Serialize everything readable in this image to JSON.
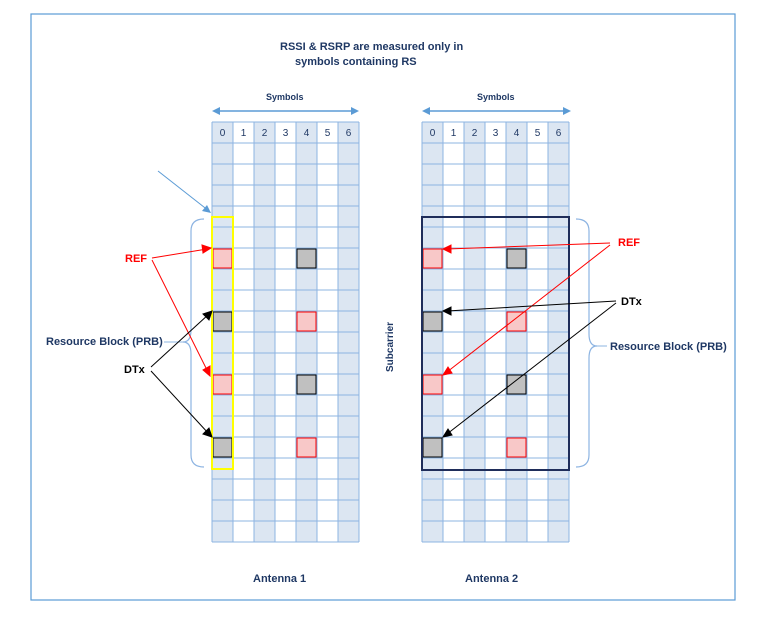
{
  "title": {
    "line1": "RSSI & RSRP are measured only in",
    "line2": "symbols containing RS"
  },
  "left_antenna": {
    "symbols_label": "Symbols",
    "symbol_numbers": [
      "0",
      "1",
      "2",
      "3",
      "4",
      "5",
      "6"
    ],
    "antenna_label": "Antenna 1",
    "ref_label": "REF",
    "dtx_label": "DTx",
    "resource_block_label": "Resource Block (PRB)"
  },
  "right_antenna": {
    "symbols_label": "Symbols",
    "symbol_numbers": [
      "0",
      "1",
      "2",
      "3",
      "4",
      "5",
      "6"
    ],
    "antenna_label": "Antenna 2",
    "ref_label": "REF",
    "dtx_label": "DTx",
    "resource_block_label": "Resource Block (PRB)"
  },
  "subcarrier_label": "Subcarrier",
  "colors": {
    "border": "#5b9bd5",
    "grid_line": "#8db4e2",
    "shaded_column": "#dce6f2",
    "ref_fill": "#f8c8c8",
    "ref_stroke": "#ff0000",
    "dtx_fill": "#c0c0c0",
    "dtx_stroke": "#000000",
    "prb_highlight_left": "#ffff00",
    "prb_highlight_right": "#1f2d5a",
    "label_blue": "#1f3864",
    "label_red": "#ff0000"
  }
}
